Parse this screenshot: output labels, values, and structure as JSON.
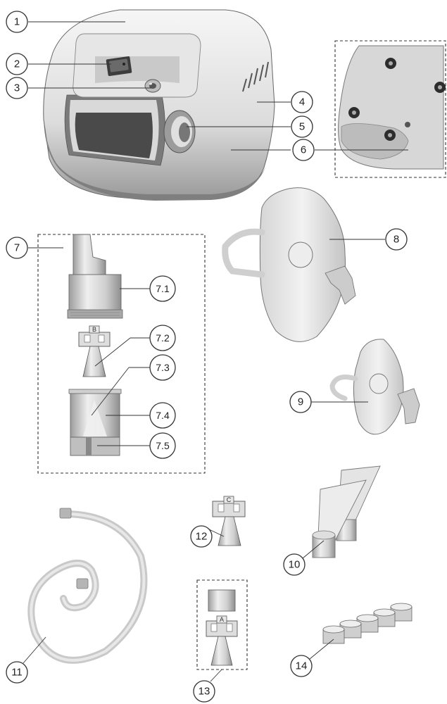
{
  "callouts": [
    {
      "id": "c1",
      "label": "1"
    },
    {
      "id": "c2",
      "label": "2"
    },
    {
      "id": "c3",
      "label": "3"
    },
    {
      "id": "c4",
      "label": "4"
    },
    {
      "id": "c5",
      "label": "5"
    },
    {
      "id": "c6",
      "label": "6"
    },
    {
      "id": "c7",
      "label": "7"
    },
    {
      "id": "c7_1",
      "label": "7.1"
    },
    {
      "id": "c7_2",
      "label": "7.2"
    },
    {
      "id": "c7_3",
      "label": "7.3"
    },
    {
      "id": "c7_4",
      "label": "7.4"
    },
    {
      "id": "c7_5",
      "label": "7.5"
    },
    {
      "id": "c8",
      "label": "8"
    },
    {
      "id": "c9",
      "label": "9"
    },
    {
      "id": "c10",
      "label": "10"
    },
    {
      "id": "c11",
      "label": "11"
    },
    {
      "id": "c12",
      "label": "12"
    },
    {
      "id": "c13",
      "label": "13"
    },
    {
      "id": "c14",
      "label": "14"
    }
  ],
  "part_letters": {
    "nozzle_b": "B",
    "nozzle_c": "C",
    "nozzle_a": "A"
  },
  "colors": {
    "ink": "#333333",
    "device_light": "#eeeeee",
    "device_shadow": "#8a8a8a",
    "mask": "#e2e2e2",
    "tube": "#cfcfcf"
  }
}
